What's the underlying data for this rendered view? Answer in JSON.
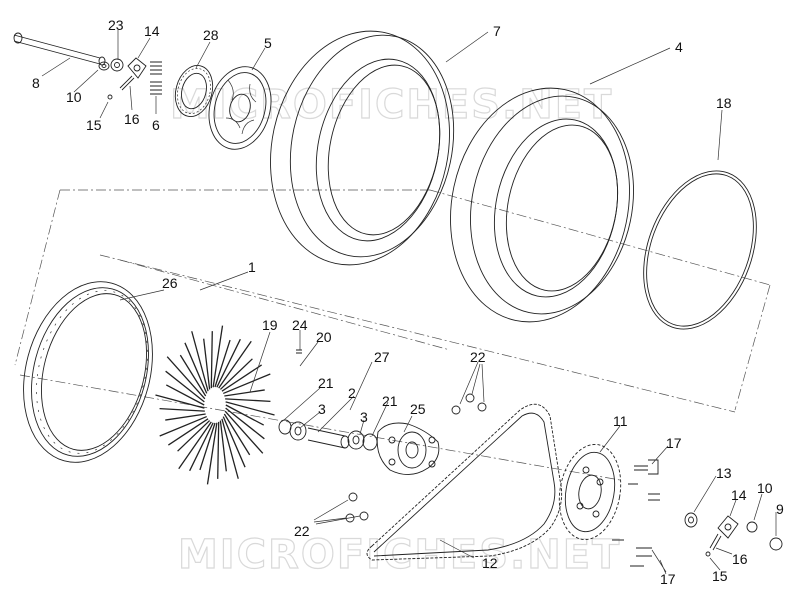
{
  "watermark": {
    "text_top": "MICROFICHES.NET",
    "text_bottom": "MICROFICHES.NET"
  },
  "labels": [
    {
      "id": "1",
      "text": "1"
    },
    {
      "id": "2",
      "text": "2"
    },
    {
      "id": "3a",
      "text": "3"
    },
    {
      "id": "3b",
      "text": "3"
    },
    {
      "id": "4",
      "text": "4"
    },
    {
      "id": "5",
      "text": "5"
    },
    {
      "id": "6",
      "text": "6"
    },
    {
      "id": "7",
      "text": "7"
    },
    {
      "id": "8",
      "text": "8"
    },
    {
      "id": "9",
      "text": "9"
    },
    {
      "id": "10a",
      "text": "10"
    },
    {
      "id": "10b",
      "text": "10"
    },
    {
      "id": "11",
      "text": "11"
    },
    {
      "id": "12",
      "text": "12"
    },
    {
      "id": "13",
      "text": "13"
    },
    {
      "id": "14a",
      "text": "14"
    },
    {
      "id": "14b",
      "text": "14"
    },
    {
      "id": "15a",
      "text": "15"
    },
    {
      "id": "15b",
      "text": "15"
    },
    {
      "id": "16a",
      "text": "16"
    },
    {
      "id": "16b",
      "text": "16"
    },
    {
      "id": "17a",
      "text": "17"
    },
    {
      "id": "17b",
      "text": "17"
    },
    {
      "id": "18",
      "text": "18"
    },
    {
      "id": "19",
      "text": "19"
    },
    {
      "id": "20",
      "text": "20"
    },
    {
      "id": "21a",
      "text": "21"
    },
    {
      "id": "21b",
      "text": "21"
    },
    {
      "id": "22a",
      "text": "22"
    },
    {
      "id": "22b",
      "text": "22"
    },
    {
      "id": "23",
      "text": "23"
    },
    {
      "id": "24",
      "text": "24"
    },
    {
      "id": "25",
      "text": "25"
    },
    {
      "id": "26",
      "text": "26"
    },
    {
      "id": "27",
      "text": "27"
    },
    {
      "id": "28",
      "text": "28"
    }
  ]
}
